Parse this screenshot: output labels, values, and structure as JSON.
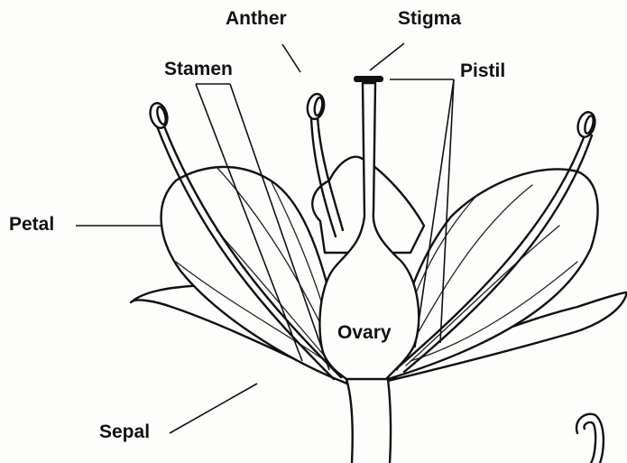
{
  "diagram": {
    "labels": {
      "anther": "Anther",
      "stigma": "Stigma",
      "stamen": "Stamen",
      "pistil": "Pistil",
      "petal": "Petal",
      "ovary": "Ovary",
      "sepal": "Sepal"
    }
  }
}
